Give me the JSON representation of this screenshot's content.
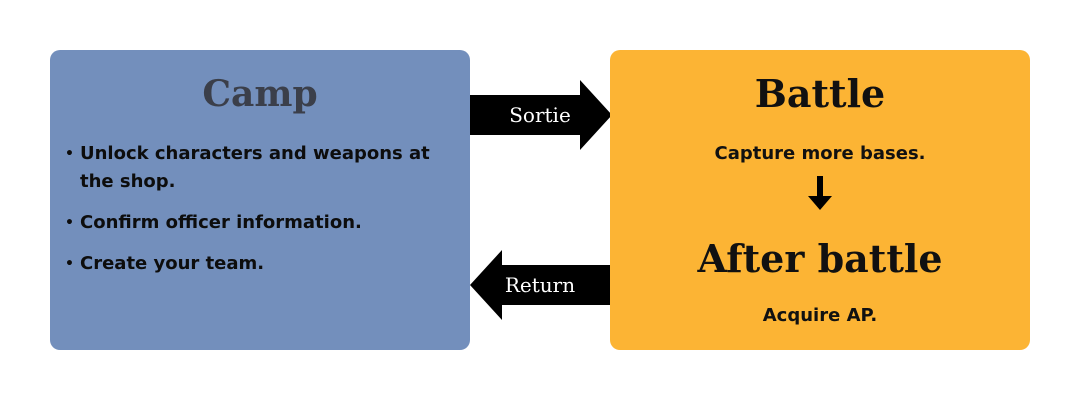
{
  "camp": {
    "title": "Camp",
    "bullet_symbol": "•",
    "items": [
      "Unlock characters and weapons at the shop.",
      "Confirm officer information.",
      "Create your team."
    ]
  },
  "battle": {
    "title": "Battle",
    "description": "Capture more bases."
  },
  "after_battle": {
    "title": "After battle",
    "description": "Acquire AP."
  },
  "arrows": {
    "sortie_label": "Sortie",
    "return_label": "Return"
  },
  "colors": {
    "camp_box": "#738fbc",
    "battle_box": "#fcb434",
    "arrow": "#000000"
  }
}
